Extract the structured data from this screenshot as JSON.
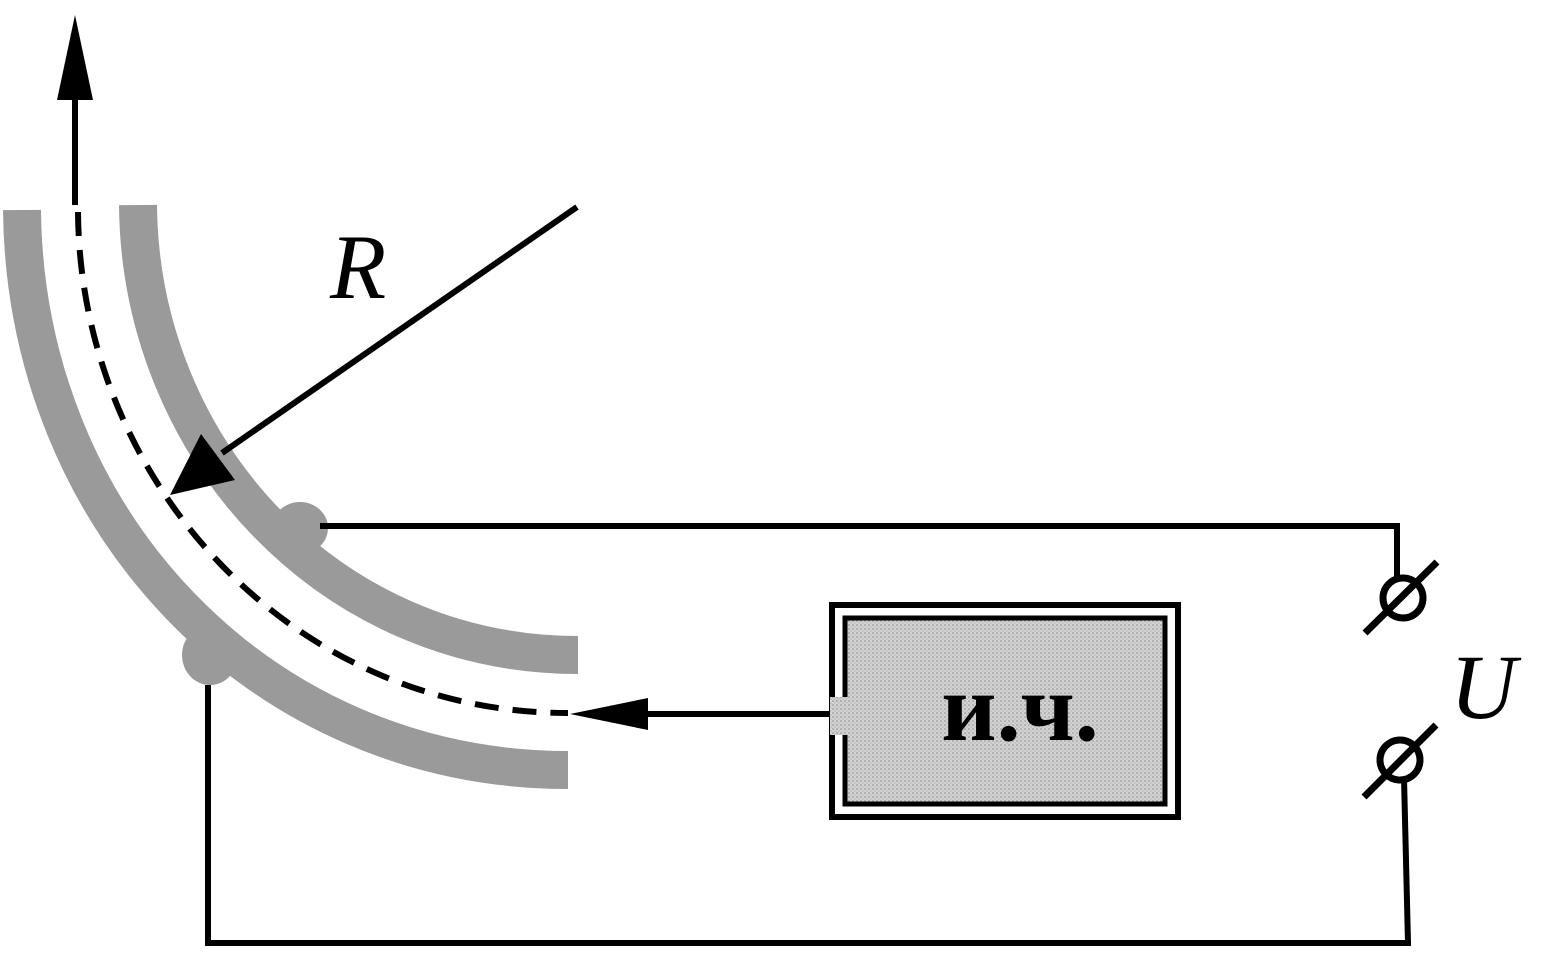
{
  "labels": {
    "radius": "R",
    "voltage": "U",
    "source": "и.ч."
  },
  "colors": {
    "plate": "#9a9a9a",
    "wire": "#000000",
    "source_fill": "#d0d0d0",
    "background": "#ffffff"
  },
  "components": {
    "plates": "curved-deflector-plates",
    "beam": "particle-trajectory",
    "source": "particle-source",
    "terminals": "voltage-terminals"
  }
}
